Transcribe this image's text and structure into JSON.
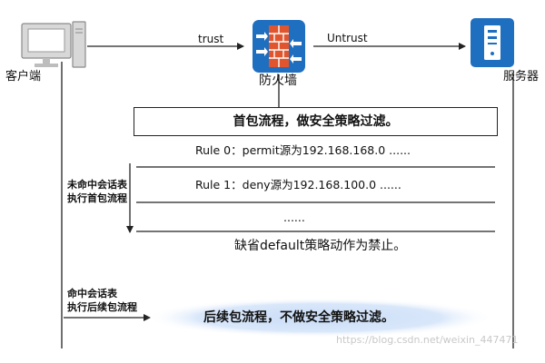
{
  "nodes": {
    "client_label": "客户端",
    "firewall_label": "防火墙",
    "server_label": "服务器"
  },
  "links": {
    "trust": "trust",
    "untrust": "Untrust"
  },
  "first_packet_box": "首包流程，做安全策略过滤。",
  "rules": {
    "rule0": "Rule 0：permit源为192.168.168.0 ......",
    "rule1": "Rule 1：deny源为192.168.100.0  ......",
    "ellipsis": "......",
    "default": "缺省default策略动作为禁止。"
  },
  "side_labels": {
    "miss_line1": "未命中会话表",
    "miss_line2": "执行首包流程",
    "hit_line1": "命中会话表",
    "hit_line2": "执行后续包流程"
  },
  "subsequent_packet": "后续包流程，不做安全策略过滤。",
  "watermark": "https://blog.csdn.net/weixin_447471",
  "colors": {
    "firewall_blue": "#1f6fc0",
    "server_blue": "#1f6fc0",
    "brick_red": "#e0552e",
    "ellipse_blue": "#cfe0f7"
  }
}
